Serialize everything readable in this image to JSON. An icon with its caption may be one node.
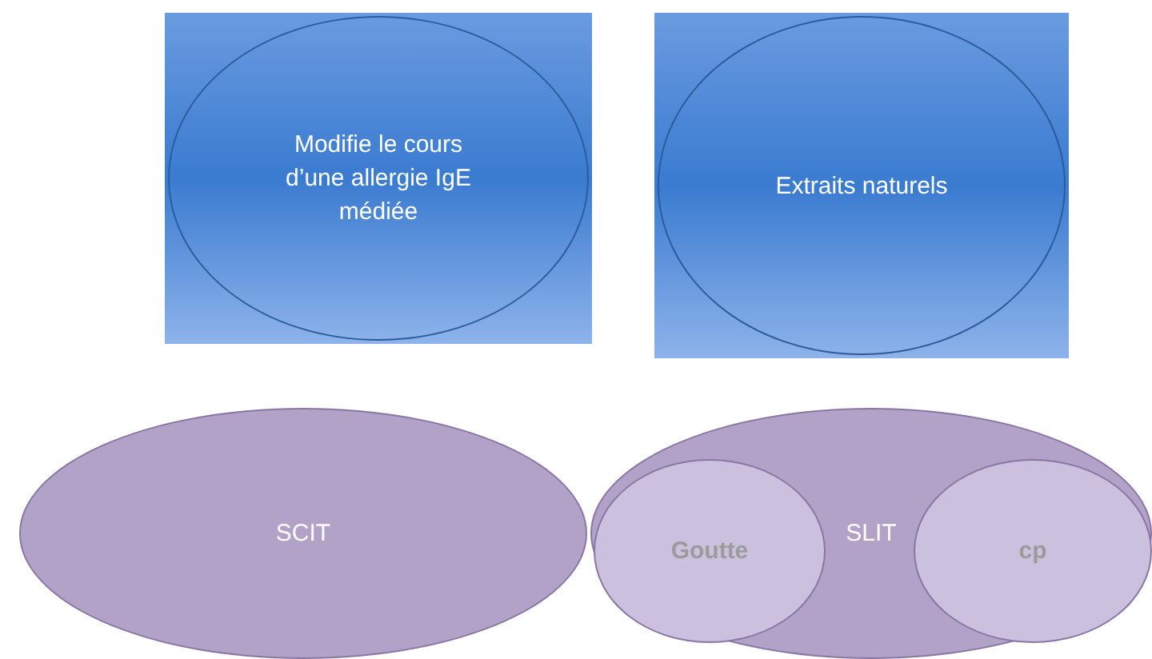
{
  "diagram": {
    "nodes": [
      {
        "text": [],
        "shape": "box"
      },
      {
        "text": [
          "Modifie le cours d’une allergie IgE médiée"
        ],
        "in": 0
      },
      {
        "text": [],
        "shape": "box"
      },
      {
        "text": [
          "Extraits naturels"
        ],
        "in": 2
      },
      {
        "text": [
          "SCIT"
        ]
      },
      {
        "text": [
          "SLIT"
        ]
      },
      {
        "text": [
          "Goutte"
        ],
        "in": 5
      },
      {
        "text": [
          "cp"
        ],
        "in": 5
      }
    ]
  }
}
